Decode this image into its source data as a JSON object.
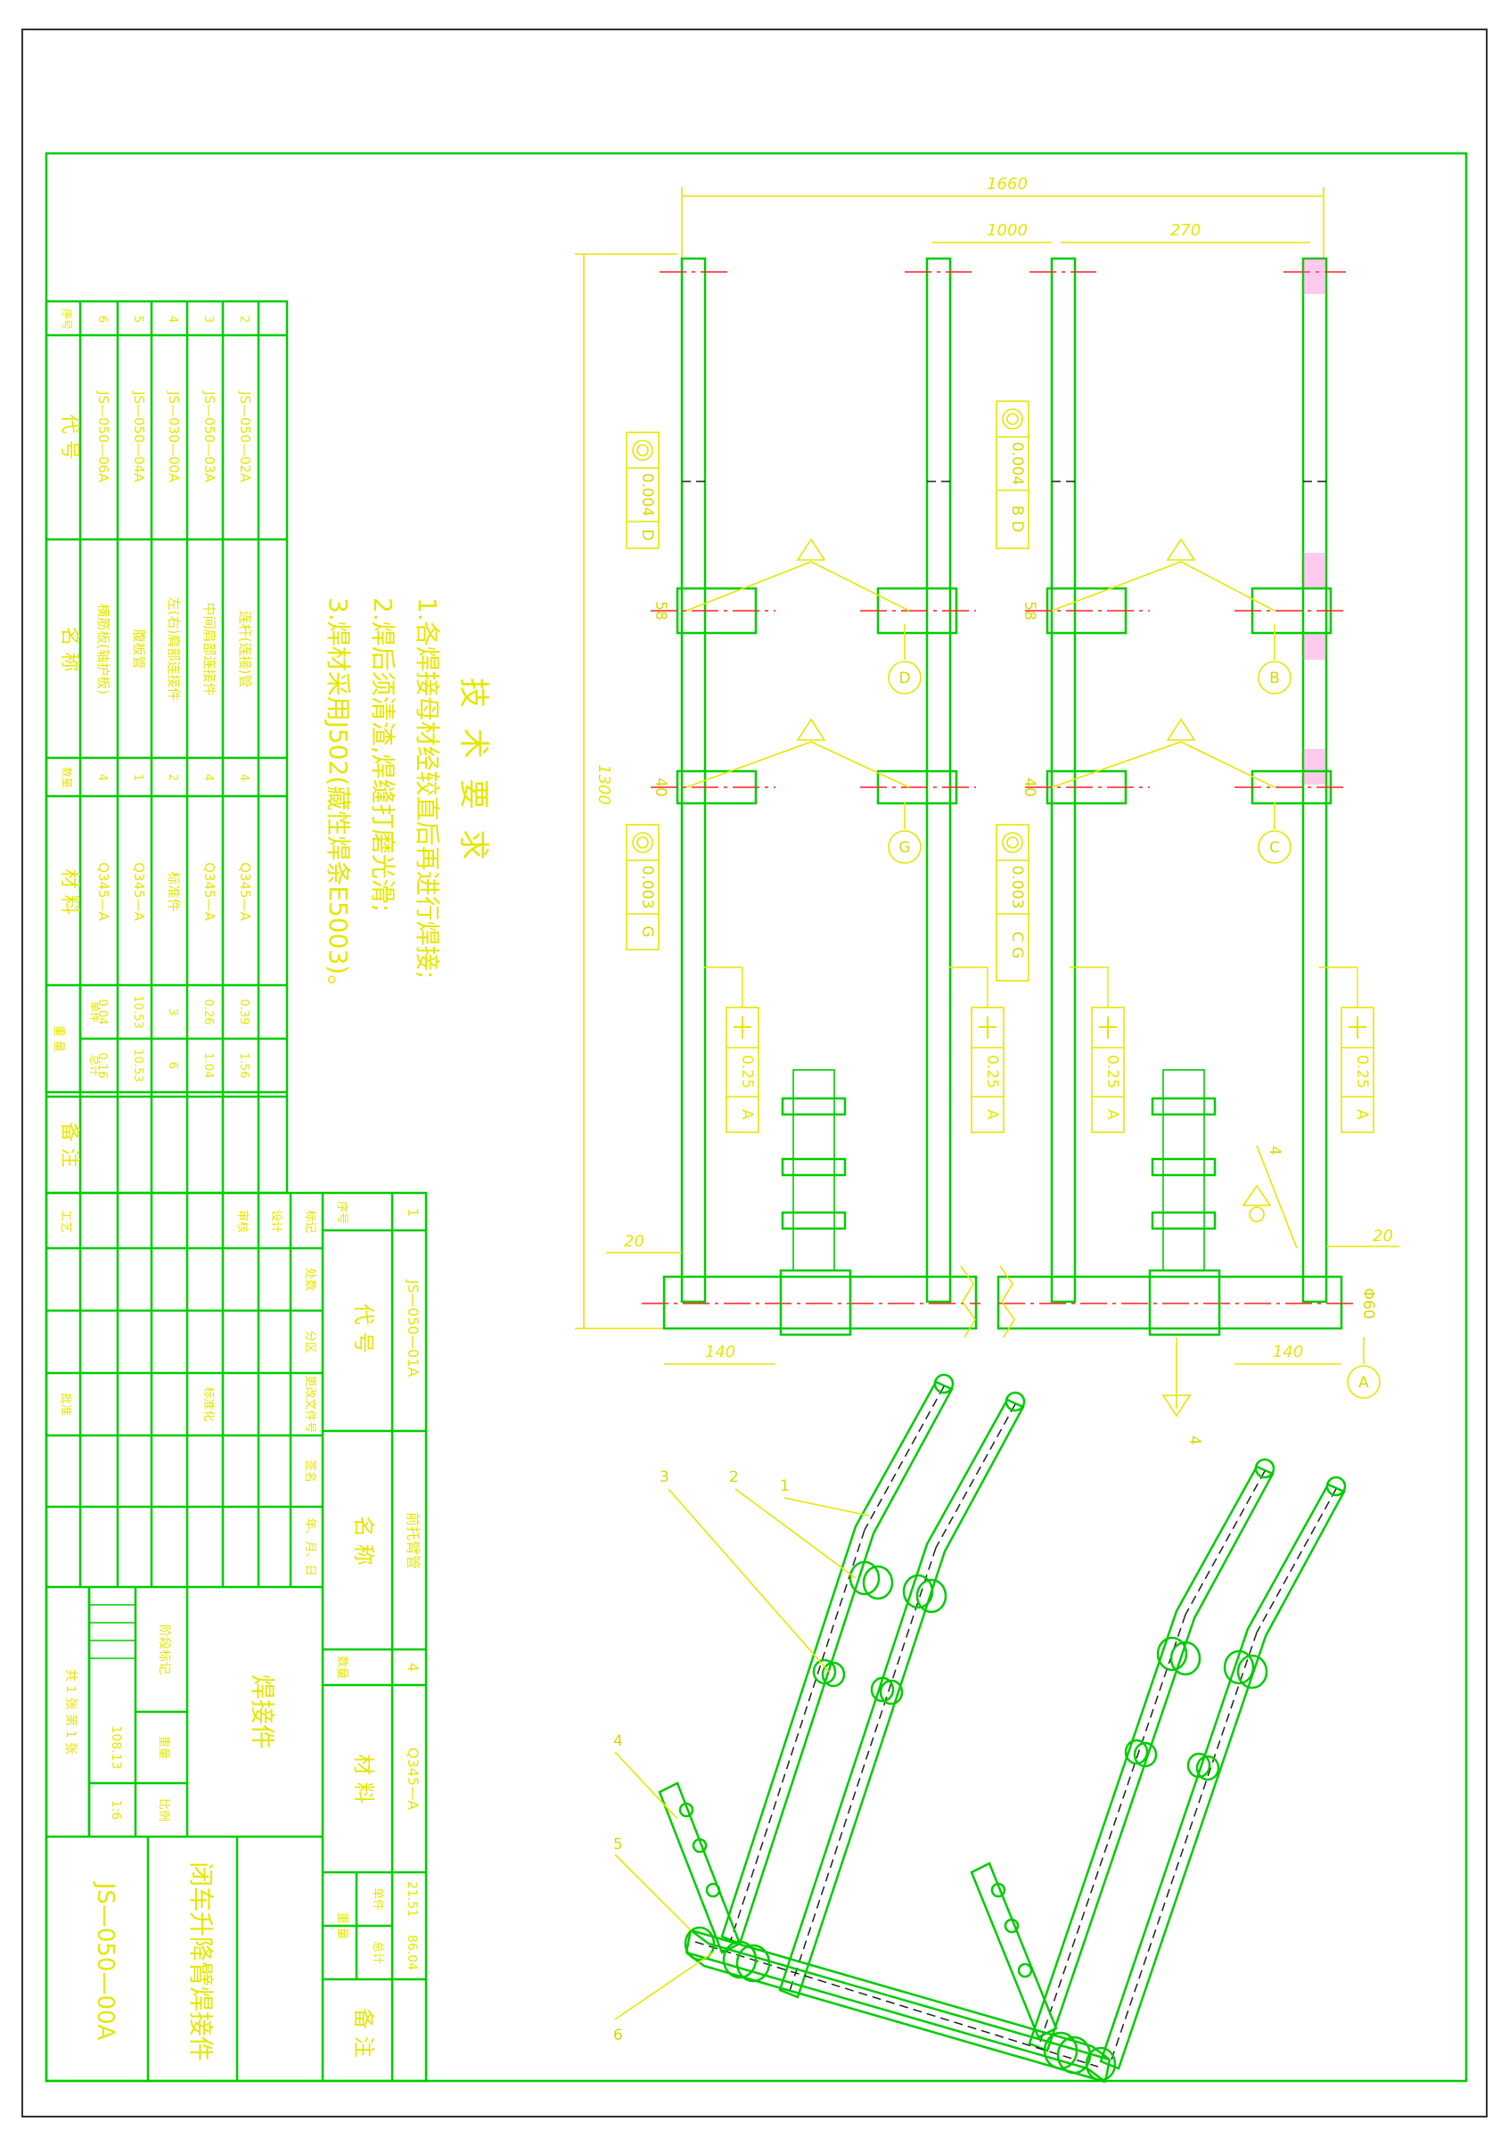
{
  "colors": {
    "frame": "#00cc00",
    "annotation": "#e6e600",
    "center_line": "#ff2222",
    "hidden_line": "#222222",
    "section_hatch": "#ff66cc"
  },
  "tech_req": {
    "title": "技 术 要 求",
    "lines": [
      "1.各焊接母材经较直后再进行焊接;",
      "2.焊后须清渣,焊缝打磨光滑;",
      "3.焊材采用J502(藏性焊条E5003)。"
    ]
  },
  "parts_table": {
    "headers": [
      "序号",
      "代 号",
      "名 称",
      "数量",
      "材 料",
      "单件",
      "总计",
      "备 注"
    ],
    "weight_header": "重 量",
    "rows": [
      {
        "no": "6",
        "code": "JS—050—06A",
        "name": "横筋板(轴护板)",
        "qty": "4",
        "material": "Q345—A",
        "unit": "0.04",
        "total": "0.16"
      },
      {
        "no": "5",
        "code": "JS—050—04A",
        "name": "腹板管",
        "qty": "1",
        "material": "Q345—A",
        "unit": "10.53",
        "total": "10.53"
      },
      {
        "no": "4",
        "code": "JS—030—00A",
        "name": "左(右)肩部连接件",
        "qty": "2",
        "material": "标准件",
        "unit": "3",
        "total": "6"
      },
      {
        "no": "3",
        "code": "JS—050—03A",
        "name": "中间肩部连接件",
        "qty": "4",
        "material": "Q345—A",
        "unit": "0.26",
        "total": "1.04"
      },
      {
        "no": "2",
        "code": "JS—050—02A",
        "name": "连杆(连接)管",
        "qty": "4",
        "material": "Q345—A",
        "unit": "0.39",
        "total": "1.56"
      }
    ]
  },
  "title_block": {
    "header_row": {
      "no": "1",
      "code": "JS—050—01A",
      "name": "前托臂管",
      "qty": "4",
      "material": "Q345—A",
      "unit": "21.51",
      "total": "86.04"
    },
    "weight_label": "重 量",
    "unit_label": "单件",
    "total_label": "总计",
    "name_label": "名 称",
    "code_label": "代 号",
    "no_label": "序号",
    "qty_label": "数量",
    "material_label": "材 料",
    "remark_label": "备 注",
    "sign_labels": [
      "标记",
      "处数",
      "分区",
      "更改文件号",
      "签名",
      "年、月、日"
    ],
    "role_labels": [
      "设计",
      "标准化",
      "审核",
      "工艺",
      "批准"
    ],
    "stage_label": "阶段标记",
    "weight_value_label": "重量",
    "scale_label": "比例",
    "weight_value": "108.13",
    "scale_value": "1:6",
    "sheet": "共 1 张  第 1 张",
    "drawing_name": "焊接件",
    "part_title": "闭车升降臂焊接件",
    "drawing_no": "JS—050—00A"
  },
  "dimensions": {
    "overall_width": "1660",
    "pitch_a": "1000",
    "pitch_b": "270",
    "overall_height": "1300",
    "spacing_1": "58",
    "spacing_2": "40",
    "end_left": "20",
    "end_right": "20",
    "end_len_left": "140",
    "end_len_right": "140",
    "tube_dia": "Φ60"
  },
  "gdt": {
    "concentric_1": {
      "value": "0.004",
      "datum": "D"
    },
    "concentric_2": {
      "value": "0.004",
      "datum": "B D"
    },
    "concentric_3": {
      "value": "0.003",
      "datum": "G"
    },
    "concentric_4": {
      "value": "0.003",
      "datum": "C G"
    },
    "perp": {
      "value": "0.25",
      "datum": "A"
    }
  },
  "datums": [
    "D",
    "G",
    "B",
    "C",
    "A"
  ],
  "weld_symbols": [
    "4",
    "4"
  ],
  "balloons": [
    "1",
    "2",
    "3",
    "4",
    "5",
    "6"
  ]
}
